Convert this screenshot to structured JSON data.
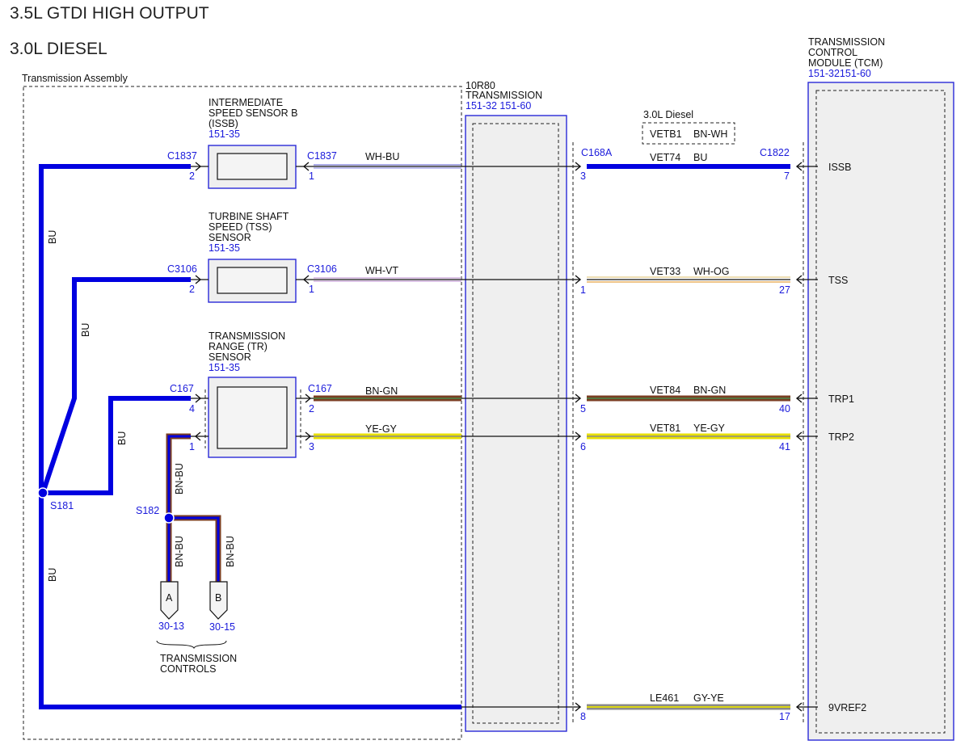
{
  "headers": {
    "line1": "3.5L GTDI HIGH OUTPUT",
    "line2": "3.0L DIESEL"
  },
  "transmission_assembly": {
    "label": "Transmission Assembly"
  },
  "issb_sensor": {
    "name_lines": [
      "INTERMEDIATE",
      "SPEED SENSOR B",
      "(ISSB)"
    ],
    "ref": "151-35",
    "left_connector": "C1837",
    "left_pin": "2",
    "right_connector": "C1837",
    "right_pin": "1",
    "wire": "WH-BU"
  },
  "tss_sensor": {
    "name_lines": [
      "TURBINE SHAFT",
      "SPEED (TSS)",
      "SENSOR"
    ],
    "ref": "151-35",
    "left_connector": "C3106",
    "left_pin": "2",
    "right_connector": "C3106",
    "right_pin": "1",
    "wire": "WH-VT"
  },
  "tr_sensor": {
    "name_lines": [
      "TRANSMISSION",
      "RANGE (TR)",
      "SENSOR"
    ],
    "ref": "151-35",
    "left_connector": "C167",
    "left_pin_top": "4",
    "left_pin_bottom": "1",
    "right_connector": "C167",
    "right_pin_top": "2",
    "right_pin_bottom": "3",
    "wire_top": "BN-GN",
    "wire_bottom": "YE-GY"
  },
  "transmission_10r80": {
    "name_lines": [
      "10R80",
      "TRANSMISSION"
    ],
    "refs": "151-32  151-60"
  },
  "diesel_note": {
    "title": "3.0L Diesel",
    "circuit": "VETB1",
    "color": "BN-WH"
  },
  "c168a": {
    "label": "C168A"
  },
  "c1822": {
    "label": "C1822"
  },
  "tcm": {
    "name_lines": [
      "TRANSMISSION",
      "CONTROL",
      "MODULE (TCM)"
    ],
    "refs": "151-32151-60"
  },
  "circuits": [
    {
      "left_pin": "3",
      "circuit": "VET74",
      "color": "BU",
      "right_pin": "7",
      "signal": "ISSB"
    },
    {
      "left_pin": "1",
      "circuit": "VET33",
      "color": "WH-OG",
      "right_pin": "27",
      "signal": "TSS"
    },
    {
      "left_pin": "5",
      "circuit": "VET84",
      "color": "BN-GN",
      "right_pin": "40",
      "signal": "TRP1"
    },
    {
      "left_pin": "6",
      "circuit": "VET81",
      "color": "YE-GY",
      "right_pin": "41",
      "signal": "TRP2"
    },
    {
      "left_pin": "8",
      "circuit": "LE461",
      "color": "GY-YE",
      "right_pin": "17",
      "signal": "9VREF2"
    }
  ],
  "ground_wires": {
    "bu_label": "BU",
    "bnbu_label": "BN-BU"
  },
  "splices": {
    "s181": "S181",
    "s182": "S182"
  },
  "transmission_controls": {
    "conn_a": "A",
    "conn_b": "B",
    "ref_a": "30-13",
    "ref_b": "30-15",
    "label_lines": [
      "TRANSMISSION",
      "CONTROLS"
    ]
  },
  "colors": {
    "blue_wire": "#0000e0",
    "label_blue": "#1a1adb",
    "brown": "#7a3d22",
    "yellow": "#e8e000",
    "gray": "#9a9a9a"
  }
}
